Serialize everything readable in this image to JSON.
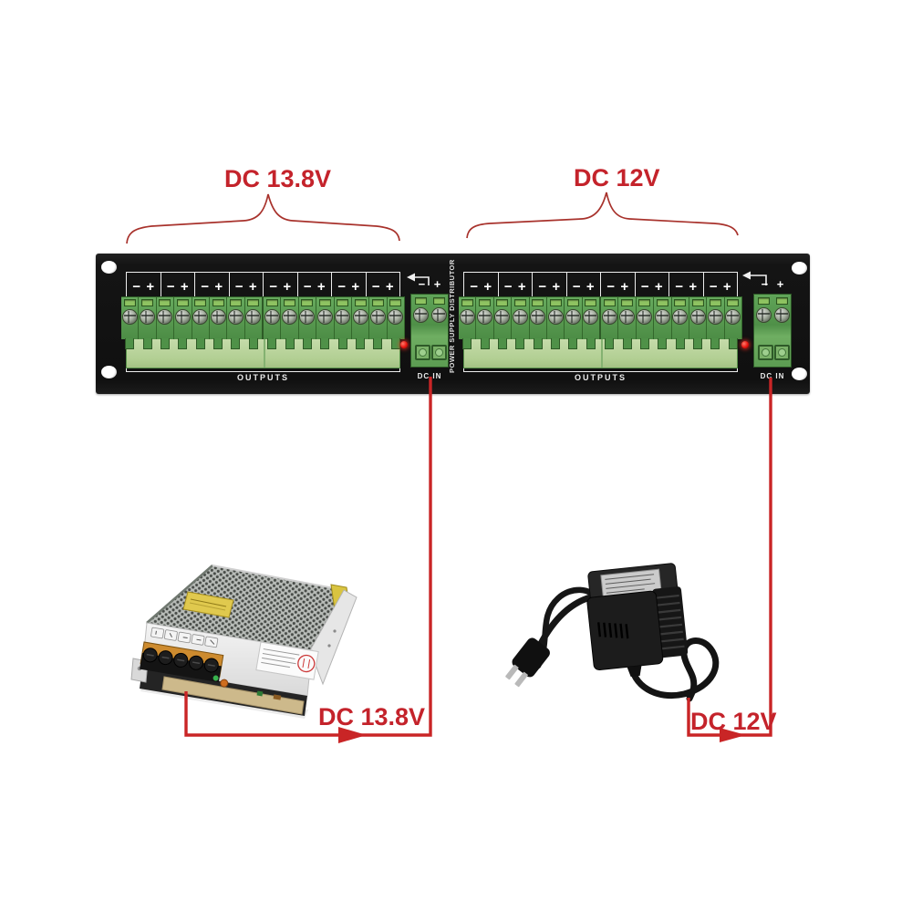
{
  "background_color": "#ffffff",
  "accent_red": "#c4232b",
  "labels": {
    "top_left": "DC 13.8V",
    "top_right": "DC 12V",
    "bottom_left": "DC 13.8V",
    "bottom_right": "DC 12V"
  },
  "panel": {
    "vertical_label": "POWER SUPPLY DISTRIBUTOR",
    "minus_symbol": "−",
    "plus_symbol": "+",
    "output_pairs_per_section": 8,
    "terminals_per_section": 16,
    "dc_in_terminals": 2,
    "sections": [
      {
        "id": "left",
        "outputs_label": "OUTPUTS",
        "dc_in_label": "DC IN"
      },
      {
        "id": "right",
        "outputs_label": "OUTPUTS",
        "dc_in_label": "DC IN"
      }
    ]
  }
}
